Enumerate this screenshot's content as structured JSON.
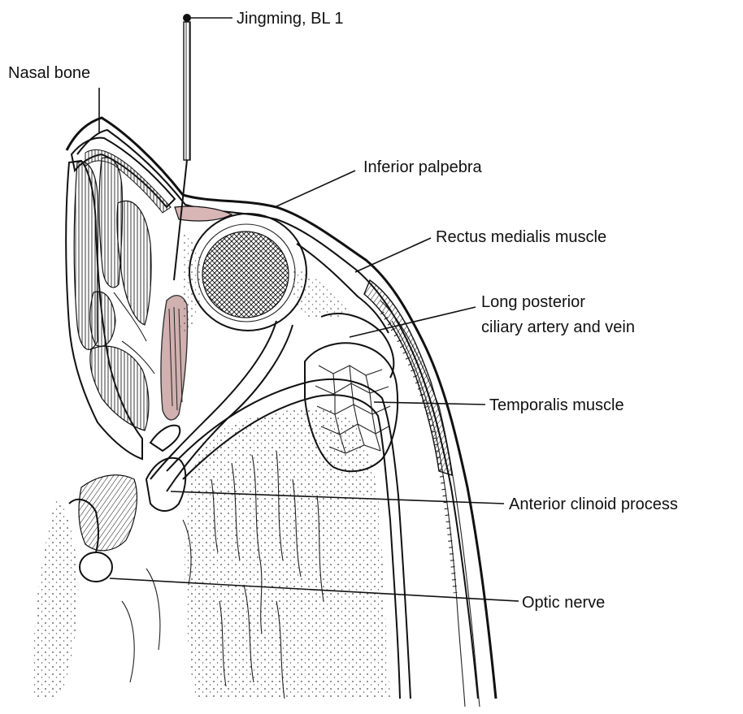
{
  "labels": {
    "jingming": "Jingming, BL 1",
    "nasal_bone": "Nasal bone",
    "inferior_palpebra": "Inferior palpebra",
    "rectus_medialis": "Rectus medialis muscle",
    "ciliary_line1": "Long posterior",
    "ciliary_line2": "ciliary artery and vein",
    "temporalis": "Temporalis muscle",
    "clinoid": "Anterior clinoid process",
    "optic_nerve": "Optic nerve"
  },
  "colors": {
    "ink": "#111111",
    "muscle_tint": "#c9a3a3",
    "palpebra_tint": "#d8b6b6",
    "background": "#ffffff"
  }
}
